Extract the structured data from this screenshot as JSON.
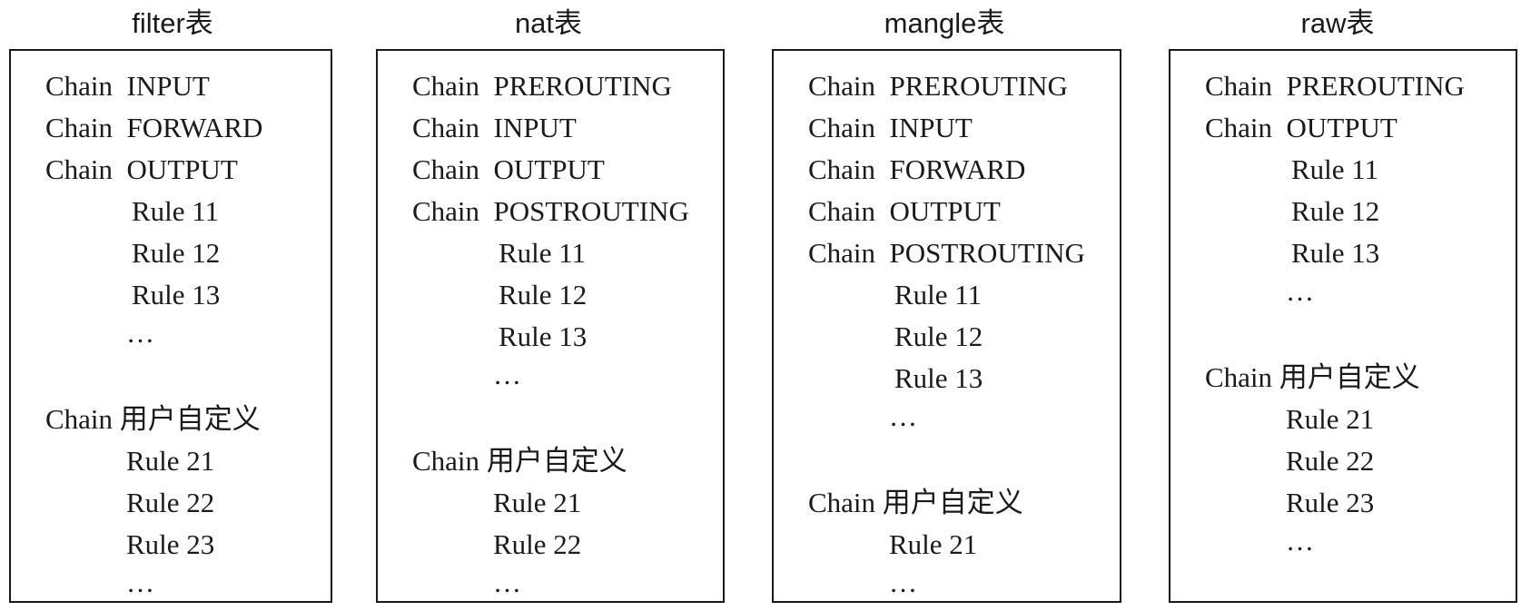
{
  "tables": [
    {
      "title": "filter表",
      "lines": [
        "Chain  INPUT",
        "Chain  FORWARD",
        "Chain  OUTPUT",
        "Rule 11",
        "Rule 12",
        "Rule 13",
        "…",
        "Chain 用户自定义",
        "Rule 21",
        "Rule 22",
        "Rule 23",
        "…"
      ]
    },
    {
      "title": "nat表",
      "lines": [
        "Chain  PREROUTING",
        "Chain  INPUT",
        "Chain  OUTPUT",
        "Chain  POSTROUTING",
        "Rule 11",
        "Rule 12",
        "Rule 13",
        "…",
        "Chain 用户自定义",
        "Rule 21",
        "Rule 22",
        "…"
      ]
    },
    {
      "title": "mangle表",
      "lines": [
        "Chain  PREROUTING",
        "Chain  INPUT",
        "Chain  FORWARD",
        "Chain  OUTPUT",
        "Chain  POSTROUTING",
        "Rule 11",
        "Rule 12",
        "Rule 13",
        "…",
        "Chain 用户自定义",
        "Rule 21",
        "…"
      ]
    },
    {
      "title": "raw表",
      "lines": [
        "Chain  PREROUTING",
        "Chain  OUTPUT",
        "Rule 11",
        "Rule 12",
        "Rule 13",
        "…",
        "Chain 用户自定义",
        "Rule 21",
        "Rule 22",
        "Rule 23",
        "…"
      ]
    }
  ]
}
